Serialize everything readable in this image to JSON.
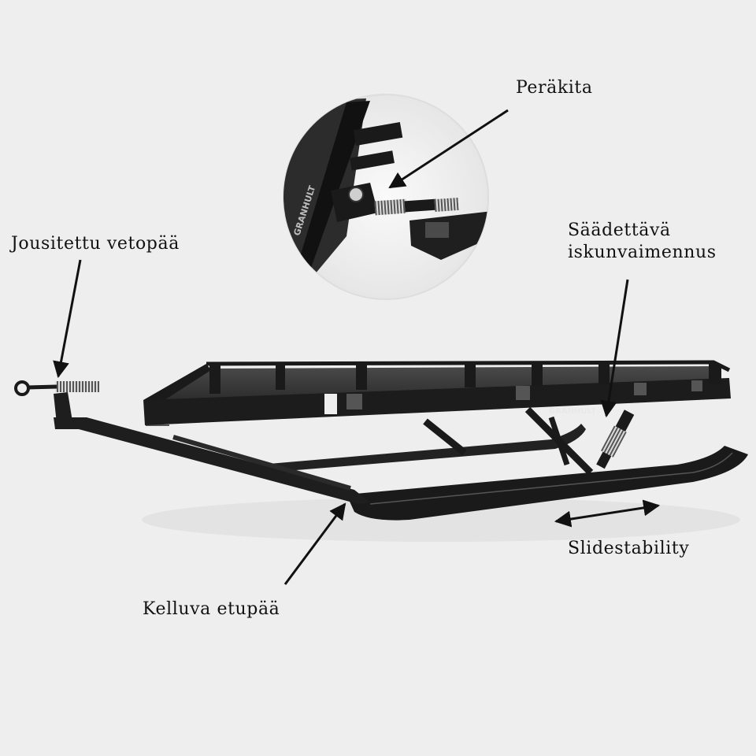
{
  "callouts": {
    "rear_hitch": "Peräkita",
    "sprung_tow": "Jousitettu vetopää",
    "shock_line1": "Säädettävä",
    "shock_line2": "iskunvaimennus",
    "slide_stability": "Slidestability",
    "floating_front": "Kelluva etupää"
  },
  "brand": {
    "frame_logo": "GRANHULT",
    "inset_logo": "GRANHULT"
  },
  "colors": {
    "background": "#eeeeee",
    "metal": "#1c1c1c",
    "text": "#111111"
  }
}
